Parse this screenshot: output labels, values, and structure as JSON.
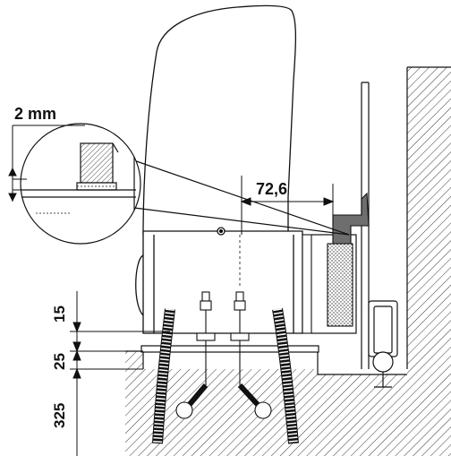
{
  "diagram": {
    "labels": {
      "gap": "2 mm",
      "horizontal": "72,6",
      "dim_top": "15",
      "dim_mid": "25",
      "dim_bottom": "325"
    },
    "colors": {
      "line": "#111111",
      "background": "#ffffff",
      "stopper": "#6e6e6e",
      "hatch": "#222222"
    }
  }
}
